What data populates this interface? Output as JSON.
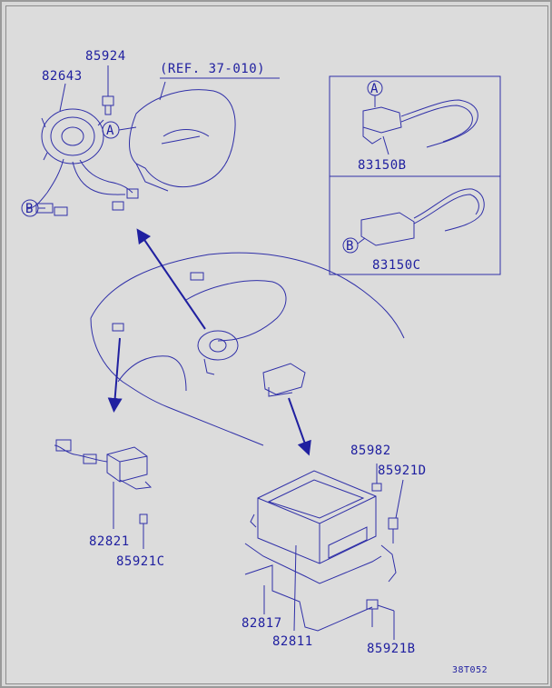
{
  "labels": {
    "p85924": "85924",
    "p82643": "82643",
    "ref": "(REF. 37-010)",
    "markA": "A",
    "markB": "B",
    "p83150B": "83150B",
    "p83150C": "83150C",
    "p85982": "85982",
    "p85921D": "85921D",
    "p82821": "82821",
    "p85921C": "85921C",
    "p82817": "82817",
    "p82811": "82811",
    "p85921B": "85921B",
    "code": "38T052"
  },
  "colors": {
    "line": "#3030a8",
    "text": "#2020a0",
    "background": "#dcdcdc"
  }
}
